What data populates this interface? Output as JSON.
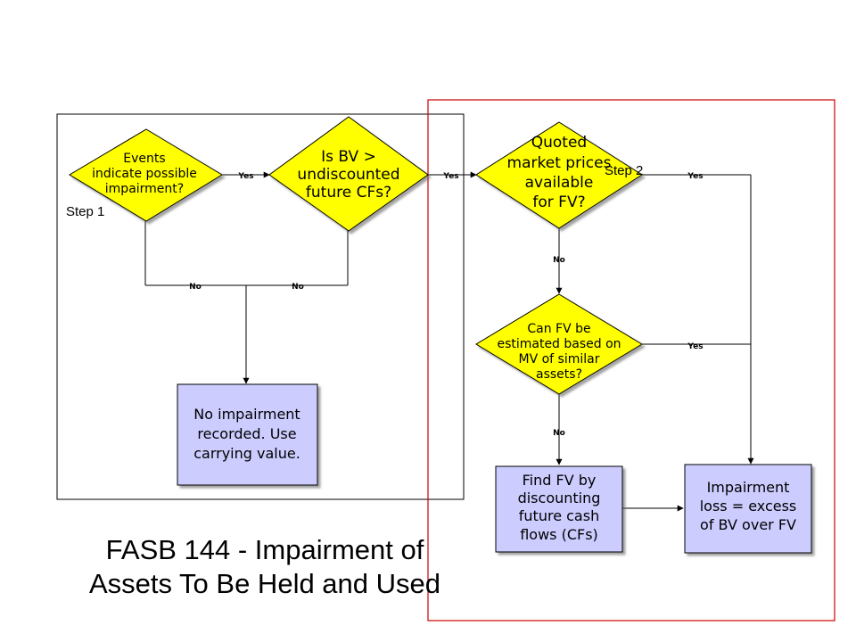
{
  "diagram": {
    "step1_label": "Step 1",
    "step2_label": "Step 2",
    "decisions": {
      "events": [
        "Events",
        "indicate possible",
        "impairment?"
      ],
      "bv_test": [
        "Is BV >",
        "undiscounted",
        "future CFs?"
      ],
      "quoted": [
        "Quoted",
        "market prices",
        "available",
        "for FV?"
      ],
      "similar": [
        "Can FV be",
        "estimated based on",
        "MV of similar",
        "assets?"
      ]
    },
    "boxes": {
      "no_impairment": [
        "No impairment",
        "recorded.  Use",
        "carrying value."
      ],
      "find_fv": [
        "Find FV by",
        "discounting",
        "future cash",
        "flows (CFs)"
      ],
      "impairment_loss": [
        "Impairment",
        "loss = excess",
        "of BV over FV"
      ]
    },
    "edges": {
      "events_yes": "Yes",
      "bv_yes": "Yes",
      "quoted_yes": "Yes",
      "quoted_no": "No",
      "similar_yes": "Yes",
      "similar_no": "No",
      "events_no": "No",
      "bv_no": "No"
    },
    "title_lines": [
      "FASB 144 - Impairment of",
      "Assets To Be Held and Used"
    ],
    "colors": {
      "decision_fill": "#ffff00",
      "box_fill": "#ccccff",
      "step2_border": "#cc0000"
    }
  }
}
